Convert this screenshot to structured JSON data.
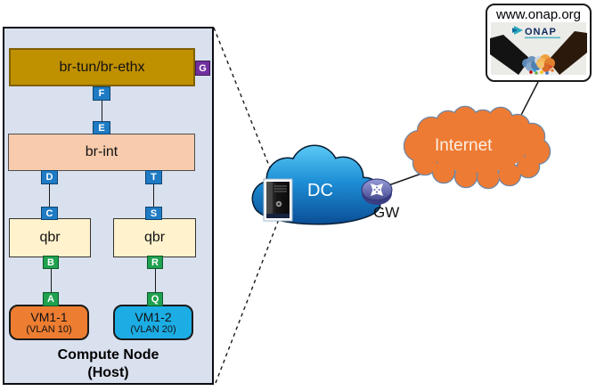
{
  "colors": {
    "compute_node_fill": "#D9E0EE",
    "br_tun_fill": "#BF9000",
    "br_int_fill": "#F8CBAD",
    "qbr_fill": "#FFF2CC",
    "port_blue": "#1E7BC4",
    "port_green": "#1FA14F",
    "badge_purple": "#7030A0",
    "vm1_fill": "#ED7D31",
    "vm2_fill": "#1CADE4",
    "dc_cloud_blue": "#1E8FD6",
    "internet_cloud_orange": "#EE7B33",
    "router_purple": "#4A4E9B"
  },
  "compute_node": {
    "title": "Compute Node",
    "subtitle": "(Host)",
    "br_tun": {
      "label": "br-tun/br-ethx",
      "port_g": "G",
      "port_f": "F"
    },
    "br_int": {
      "label": "br-int",
      "port_e": "E",
      "port_d": "D",
      "port_t": "T"
    },
    "qbr_left": {
      "label": "qbr",
      "port_c": "C",
      "port_b": "B"
    },
    "qbr_right": {
      "label": "qbr",
      "port_s": "S",
      "port_r": "R"
    },
    "vm1": {
      "port_a": "A",
      "name": "VM1-1",
      "vlan": "(VLAN 10)"
    },
    "vm2": {
      "port_q": "Q",
      "name": "VM1-2",
      "vlan": "(VLAN 20)"
    }
  },
  "network": {
    "dc_label": "DC",
    "gw_label": "GW",
    "internet_label": "Internet"
  },
  "onap": {
    "url": "www.onap.org",
    "logo_text": "ONAP"
  }
}
